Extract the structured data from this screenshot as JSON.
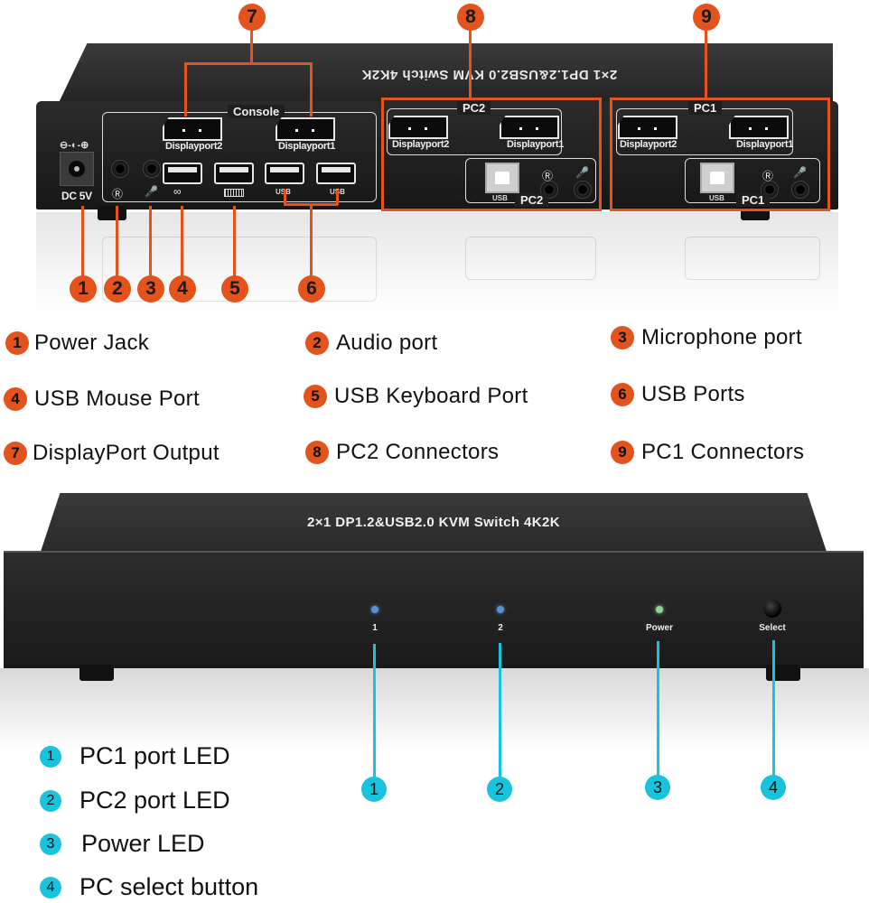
{
  "back_panel": {
    "device_title_mirrored": "2×1 DP1.2&USB2.0 KVM Switch 4K2K",
    "power_jack_label": "DC 5V",
    "power_polarity_symbol": "⊖-◐-⊕",
    "console": {
      "title": "Console",
      "displayport_labels": [
        "Displayport2",
        "Displayport1"
      ],
      "port_icons": [
        "headphone-icon",
        "microphone-icon",
        "mouse-icon",
        "keyboard-icon"
      ],
      "usb_labels": [
        "USB",
        "USB"
      ]
    },
    "pc2": {
      "title": "PC2",
      "displayport_labels": [
        "Displayport2",
        "Displayport1"
      ],
      "usb_label": "USB",
      "sub_title": "PC2"
    },
    "pc1": {
      "title": "PC1",
      "displayport_labels": [
        "Displayport2",
        "Displayport1"
      ],
      "usb_label": "USB",
      "sub_title": "PC1"
    },
    "callout_numbers": [
      "1",
      "2",
      "3",
      "4",
      "5",
      "6",
      "7",
      "8",
      "9"
    ]
  },
  "back_legend": [
    {
      "num": "1",
      "label": "Power Jack"
    },
    {
      "num": "2",
      "label": "Audio port"
    },
    {
      "num": "3",
      "label": "Microphone port"
    },
    {
      "num": "4",
      "label": "USB Mouse Port"
    },
    {
      "num": "5",
      "label": "USB Keyboard Port"
    },
    {
      "num": "6",
      "label": "USB Ports"
    },
    {
      "num": "7",
      "label": "DisplayPort Output"
    },
    {
      "num": "8",
      "label": "PC2 Connectors"
    },
    {
      "num": "9",
      "label": "PC1 Connectors"
    }
  ],
  "front_panel": {
    "device_title": "2×1 DP1.2&USB2.0 KVM Switch 4K2K",
    "indicators": [
      {
        "label": "1",
        "color": "#5b8fd8"
      },
      {
        "label": "2",
        "color": "#5b8fd8"
      },
      {
        "label": "Power",
        "color": "#8fd68f"
      },
      {
        "label": "Select",
        "color": "#050505"
      }
    ],
    "callout_numbers": [
      "1",
      "2",
      "3",
      "4"
    ]
  },
  "front_legend": [
    {
      "num": "1",
      "label": "PC1 port LED"
    },
    {
      "num": "2",
      "label": "PC2 port LED"
    },
    {
      "num": "3",
      "label": "Power LED"
    },
    {
      "num": "4",
      "label": "PC select button"
    }
  ],
  "colors": {
    "back_callout": "#e4531b",
    "front_callout": "#18c3dd",
    "device_body": "#1f1f1f"
  }
}
